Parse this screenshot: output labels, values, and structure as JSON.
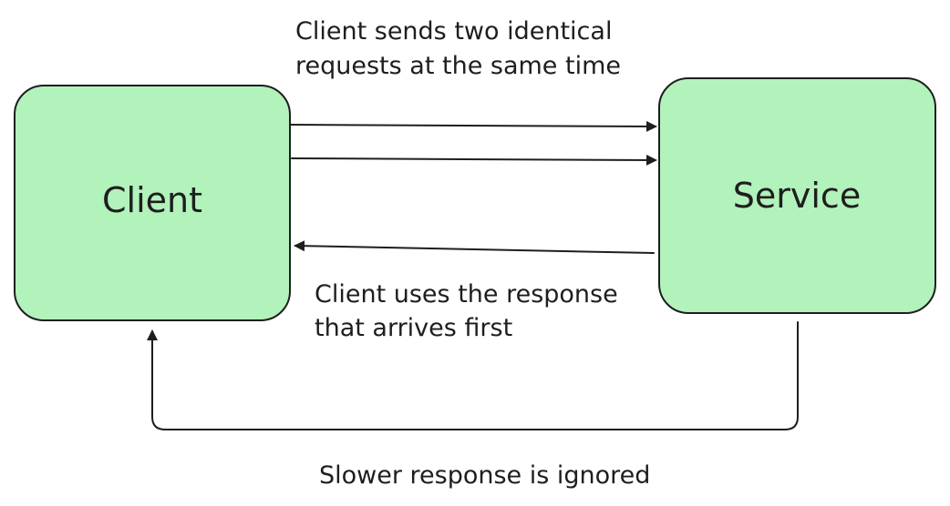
{
  "nodes": {
    "client": {
      "label": "Client"
    },
    "service": {
      "label": "Service"
    }
  },
  "edges": {
    "requests": {
      "label_line1": "Client sends two identical",
      "label_line2": "requests at the same time"
    },
    "fast_response": {
      "label_line1": "Client uses the response",
      "label_line2": "that arrives first"
    },
    "slow_response": {
      "label": "Slower response is ignored"
    }
  },
  "colors": {
    "node_fill": "#b2f2bb",
    "stroke": "#1e1e1e",
    "text": "#1e1e1e",
    "background": "#ffffff"
  }
}
